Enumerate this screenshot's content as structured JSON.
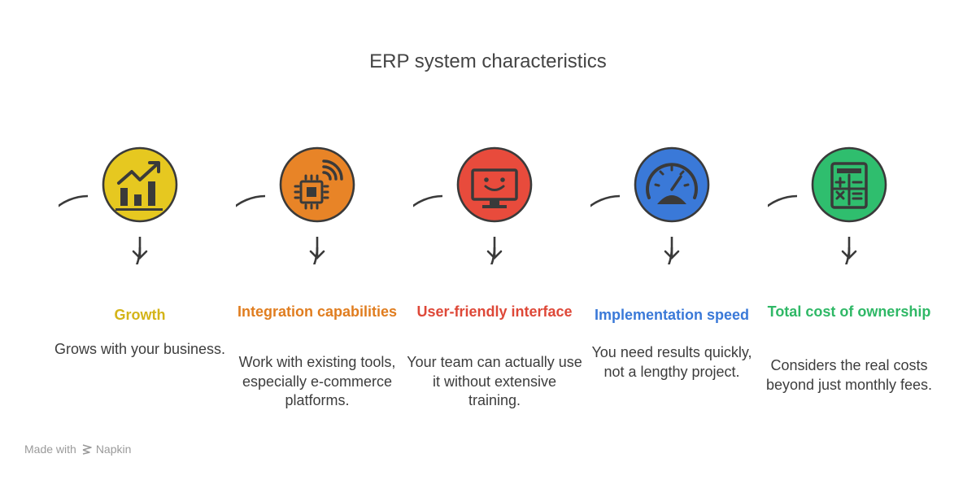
{
  "title": "ERP system characteristics",
  "items": [
    {
      "title": "Growth",
      "description": "Grows with your business.",
      "color": "#e6c820",
      "title_color": "#d4b418",
      "icon": "growth-chart-icon"
    },
    {
      "title": "Integration capabilities",
      "description": "Work with existing tools, especially e-commerce platforms.",
      "color": "#e88427",
      "title_color": "#e07d1f",
      "icon": "chip-wifi-icon"
    },
    {
      "title": "User-friendly interface",
      "description": "Your team can actually use it without extensive training.",
      "color": "#e84b3c",
      "title_color": "#de4838",
      "icon": "smiley-monitor-icon"
    },
    {
      "title": "Implementation speed",
      "description": "You need results quickly, not a lengthy project.",
      "color": "#3a79d8",
      "title_color": "#3a79d8",
      "icon": "speedometer-icon"
    },
    {
      "title": "Total cost of ownership",
      "description": "Considers the real costs beyond just monthly fees.",
      "color": "#2fbe6e",
      "title_color": "#2fb866",
      "icon": "calculator-icon"
    }
  ],
  "footer": {
    "prefix": "Made with",
    "brand": "Napkin",
    "icon": "napkin-logo-icon"
  }
}
